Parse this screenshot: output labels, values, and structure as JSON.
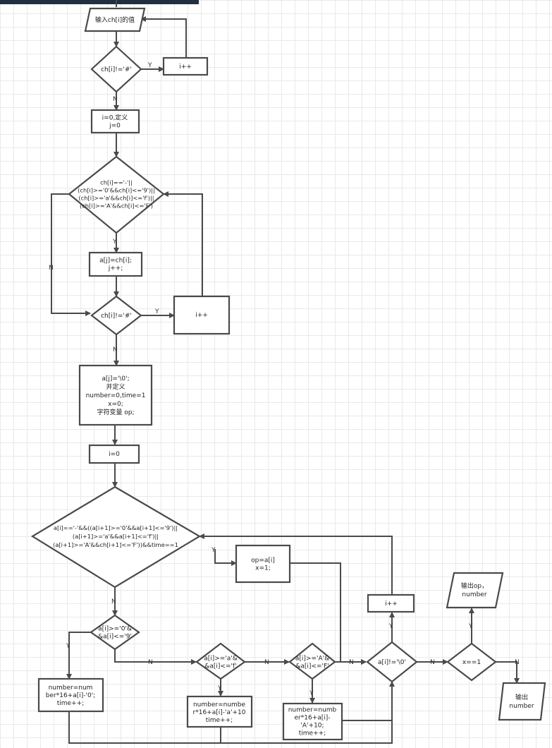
{
  "nodes": {
    "input_ch": [
      "输入ch[i]的值"
    ],
    "cond_ch_not_hash_1": [
      "ch[i]!='#'"
    ],
    "inc_i_1": [
      "i++"
    ],
    "init_i_j": [
      "i=0,定义",
      "j=0"
    ],
    "cond_valid_char": [
      "ch[i]=='-'||",
      "(ch[i]>='0'&&ch[i]<='9')||",
      "(ch[i]>='a'&&ch[i]<='f')||",
      "(ch[i]>='A'&&ch[i]<='F')"
    ],
    "assign_a_j": [
      "a[j]=ch[i];",
      "j++;"
    ],
    "cond_ch_not_hash_2": [
      "ch[i]!='#'"
    ],
    "inc_i_2": [
      "i++"
    ],
    "terminate_define": [
      "a[j]='\\0';",
      "并定义",
      "number=0,time=1",
      "x=0;",
      "字符变量 op;"
    ],
    "reset_i": [
      "i=0"
    ],
    "cond_sign": [
      "a[i]=='-'&&((a[i+1]>='0'&&a[i+1]<='9')||",
      "(a[i+1]>='a'&&a[i+1]<='f')||",
      "(a[i+1]>='A'&&ch[i+1]<='F'))&&time==1"
    ],
    "set_op": [
      "op=a[i]",
      "x=1;"
    ],
    "inc_i_3": [
      "i++"
    ],
    "cond_digit": [
      "a[i]>='0'&",
      "&a[i]<='9'"
    ],
    "calc_digit": [
      "number=num",
      "ber*16+a[i]-'0';",
      "time++;"
    ],
    "cond_lower": [
      "a[i]>='a'&",
      "&a[i]<='f'"
    ],
    "calc_lower": [
      "number=numbe",
      "r*16+a[i]-'a'+10",
      "time++;"
    ],
    "cond_upper": [
      "a[i]>='A'&",
      "&a[i]<='F'"
    ],
    "calc_upper": [
      "number=numb",
      "er*16+a[i]-",
      "'A'+10;",
      "time++;"
    ],
    "cond_not_end": [
      "a[i]!='\\0'"
    ],
    "cond_x": [
      "x==1"
    ],
    "output_op": [
      "输出op，",
      "number"
    ],
    "output_number": [
      "输出",
      "number"
    ]
  },
  "edge_labels": {
    "yes": "Y",
    "no": "N"
  }
}
